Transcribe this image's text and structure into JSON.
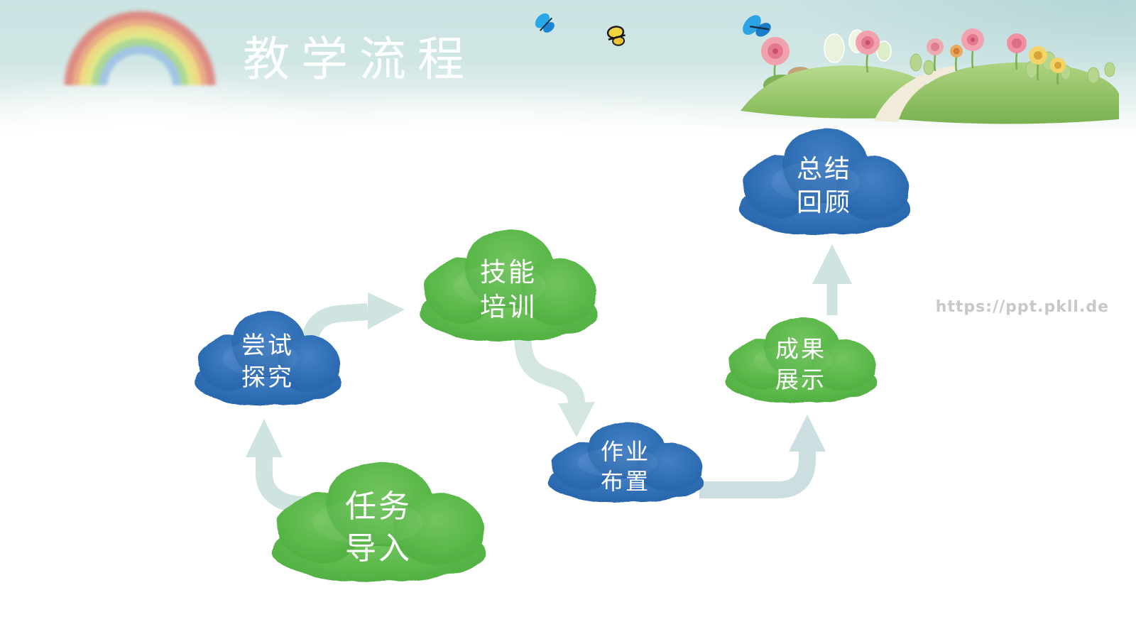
{
  "slide": {
    "title": "教学流程",
    "watermark": "https://ppt.pkll.de"
  },
  "flow": {
    "steps": [
      {
        "id": "task-intro",
        "line1": "任务",
        "line2": "导入",
        "color": "green"
      },
      {
        "id": "try-explore",
        "line1": "尝试",
        "line2": "探究",
        "color": "blue"
      },
      {
        "id": "skill-training",
        "line1": "技能",
        "line2": "培训",
        "color": "green"
      },
      {
        "id": "homework",
        "line1": "作业",
        "line2": "布置",
        "color": "blue"
      },
      {
        "id": "results",
        "line1": "成果",
        "line2": "展示",
        "color": "green"
      },
      {
        "id": "summary",
        "line1": "总结",
        "line2": "回顾",
        "color": "blue"
      }
    ],
    "arrows": [
      {
        "from": "task-intro",
        "to": "try-explore",
        "direction": "up"
      },
      {
        "from": "try-explore",
        "to": "skill-training",
        "direction": "right"
      },
      {
        "from": "skill-training",
        "to": "homework",
        "direction": "down"
      },
      {
        "from": "homework",
        "to": "results",
        "direction": "up"
      },
      {
        "from": "results",
        "to": "summary",
        "direction": "up"
      }
    ]
  },
  "colors": {
    "cloud_green": "#5bb84a",
    "cloud_blue": "#2f6eb5",
    "arrow": "#cfe3e1",
    "sky": "#cbe3e2",
    "title_text": "#fdfefe",
    "cloud_text": "#ffffff",
    "watermark_text": "#c8c8c8"
  },
  "decorations": {
    "rainbow": "rainbow-decoration",
    "meadow": "meadow-illustration",
    "butterflies": [
      "butterfly-blue-icon",
      "butterfly-yellow-icon",
      "butterfly-meadow-icon"
    ]
  }
}
